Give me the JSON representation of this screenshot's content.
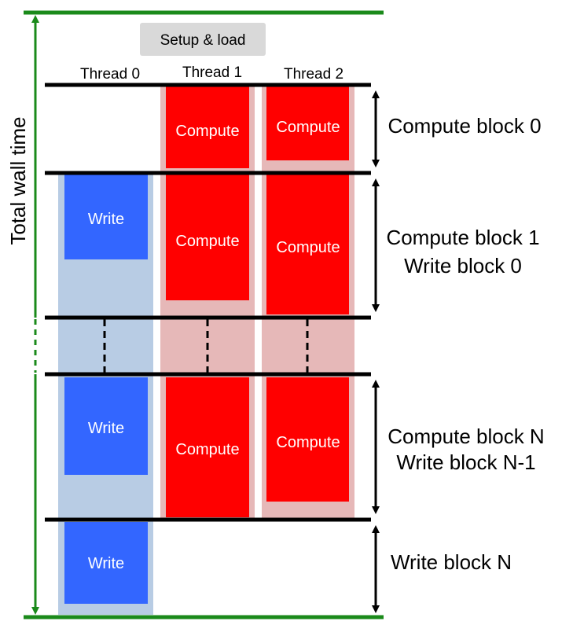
{
  "title": "Setup & load",
  "axis_label": "Total wall time",
  "threads": [
    "Thread 0",
    "Thread 1",
    "Thread 2"
  ],
  "write_label": "Write",
  "compute_label": "Compute",
  "block_labels": {
    "b0": [
      "Compute block 0"
    ],
    "b1": [
      "Compute block 1",
      "Write block 0"
    ],
    "bN": [
      "Compute block N",
      "Write block N-1"
    ],
    "wN": [
      "Write block N"
    ]
  },
  "colors": {
    "timeline": "#1a8a1a",
    "setup_box": "#d9d9d9",
    "write": "#3366ff",
    "write_lane": "#b8cce4",
    "compute": "#ff0000",
    "compute_lane": "#e6b8b8",
    "separator": "#000000"
  }
}
